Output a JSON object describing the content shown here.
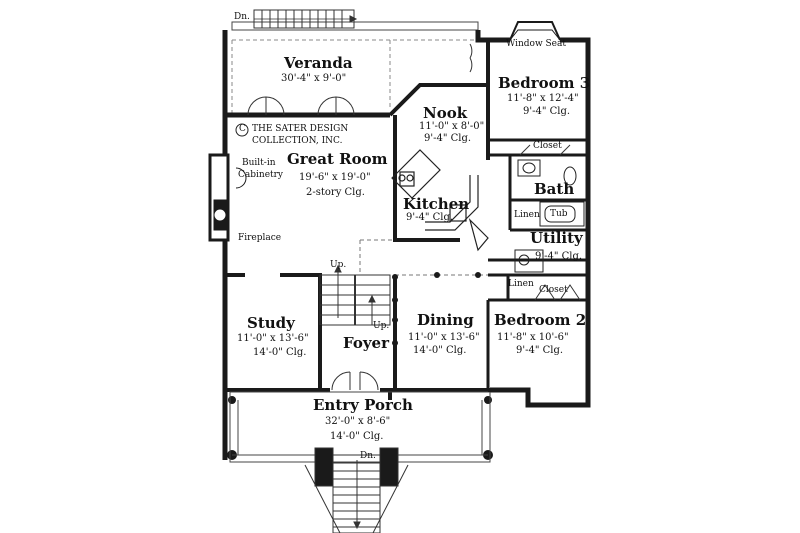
{
  "rooms": {
    "veranda": {
      "name": "Veranda",
      "size": "30'-4\" x 9'-0\""
    },
    "great_room": {
      "name": "Great Room",
      "size": "19'-6\" x 19'-0\"",
      "ceiling": "2-story Clg."
    },
    "nook": {
      "name": "Nook",
      "size": "11'-0\" x 8'-0\"",
      "ceiling": "9'-4\" Clg."
    },
    "kitchen": {
      "name": "Kitchen",
      "ceiling": "9'-4\" Clg."
    },
    "bedroom3": {
      "name": "Bedroom 3",
      "size": "11'-8\" x 12'-4\"",
      "ceiling": "9'-4\" Clg."
    },
    "bath": {
      "name": "Bath"
    },
    "utility": {
      "name": "Utility",
      "ceiling": "9'-4\" Clg."
    },
    "study": {
      "name": "Study",
      "size": "11'-0\" x 13'-6\"",
      "ceiling": "14'-0\" Clg."
    },
    "foyer": {
      "name": "Foyer"
    },
    "dining": {
      "name": "Dining",
      "size": "11'-0\" x 13'-6\"",
      "ceiling": "14'-0\" Clg."
    },
    "bedroom2": {
      "name": "Bedroom 2",
      "size": "11'-8\" x 10'-6\"",
      "ceiling": "9'-4\" Clg."
    },
    "entry_porch": {
      "name": "Entry Porch",
      "size": "32'-0\" x 8'-6\"",
      "ceiling": "14'-0\" Clg."
    }
  },
  "labels": {
    "window_seat": "Window Seat",
    "closet_upper": "Closet",
    "closet_lower": "Closet",
    "linen_upper": "Linen",
    "linen_lower": "Linen",
    "tub": "Tub",
    "builtin_line1": "Built-in",
    "builtin_line2": "Cabinetry",
    "fireplace": "Fireplace",
    "dn_top": "Dn.",
    "dn_bottom": "Dn.",
    "up_left": "Up.",
    "up_right": "Up.",
    "copyright_line1": "THE SATER DESIGN",
    "copyright_line2": "COLLECTION, INC.",
    "copyright_symbol": "C"
  },
  "colors": {
    "wall": "#1a1a1a",
    "line": "#333333",
    "dashed": "#777777",
    "background": "#ffffff"
  }
}
